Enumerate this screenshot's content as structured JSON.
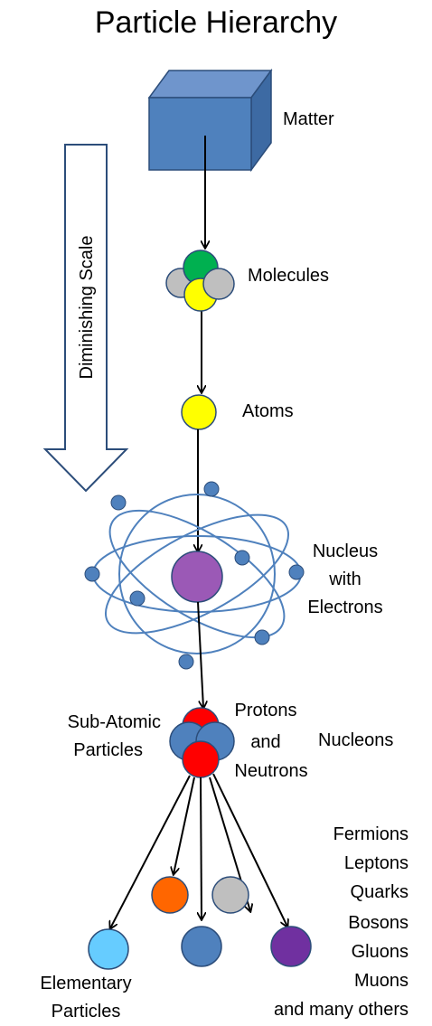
{
  "title": "Particle Hierarchy",
  "scale_arrow_label": "Diminishing Scale",
  "levels": {
    "matter": "Matter",
    "molecules": "Molecules",
    "atoms": "Atoms",
    "nucleus": [
      "Nucleus",
      "with",
      "Electrons"
    ],
    "subatomic": [
      "Sub-Atomic",
      "Particles"
    ],
    "protons_neutrons": [
      "Protons",
      "and",
      "Neutrons"
    ],
    "nucleons": "Nucleons",
    "elementary": [
      "Elementary",
      "Particles"
    ]
  },
  "particle_types": [
    "Fermions",
    "Leptons",
    "Quarks",
    "Bosons",
    "Gluons",
    "Muons",
    "and many others"
  ],
  "colors": {
    "cube_front": "#4f81bd",
    "cube_top": "#6f95cc",
    "cube_side": "#3d6aa3",
    "outline": "#2c4d7a",
    "green": "#00b050",
    "yellow": "#ffff00",
    "gray": "#bfbfbf",
    "nucleus": "#9b59b6",
    "electron": "#4f81bd",
    "red": "#ff0000",
    "orange": "#ff6600",
    "light_blue": "#66ccff",
    "purple": "#7030a0"
  }
}
